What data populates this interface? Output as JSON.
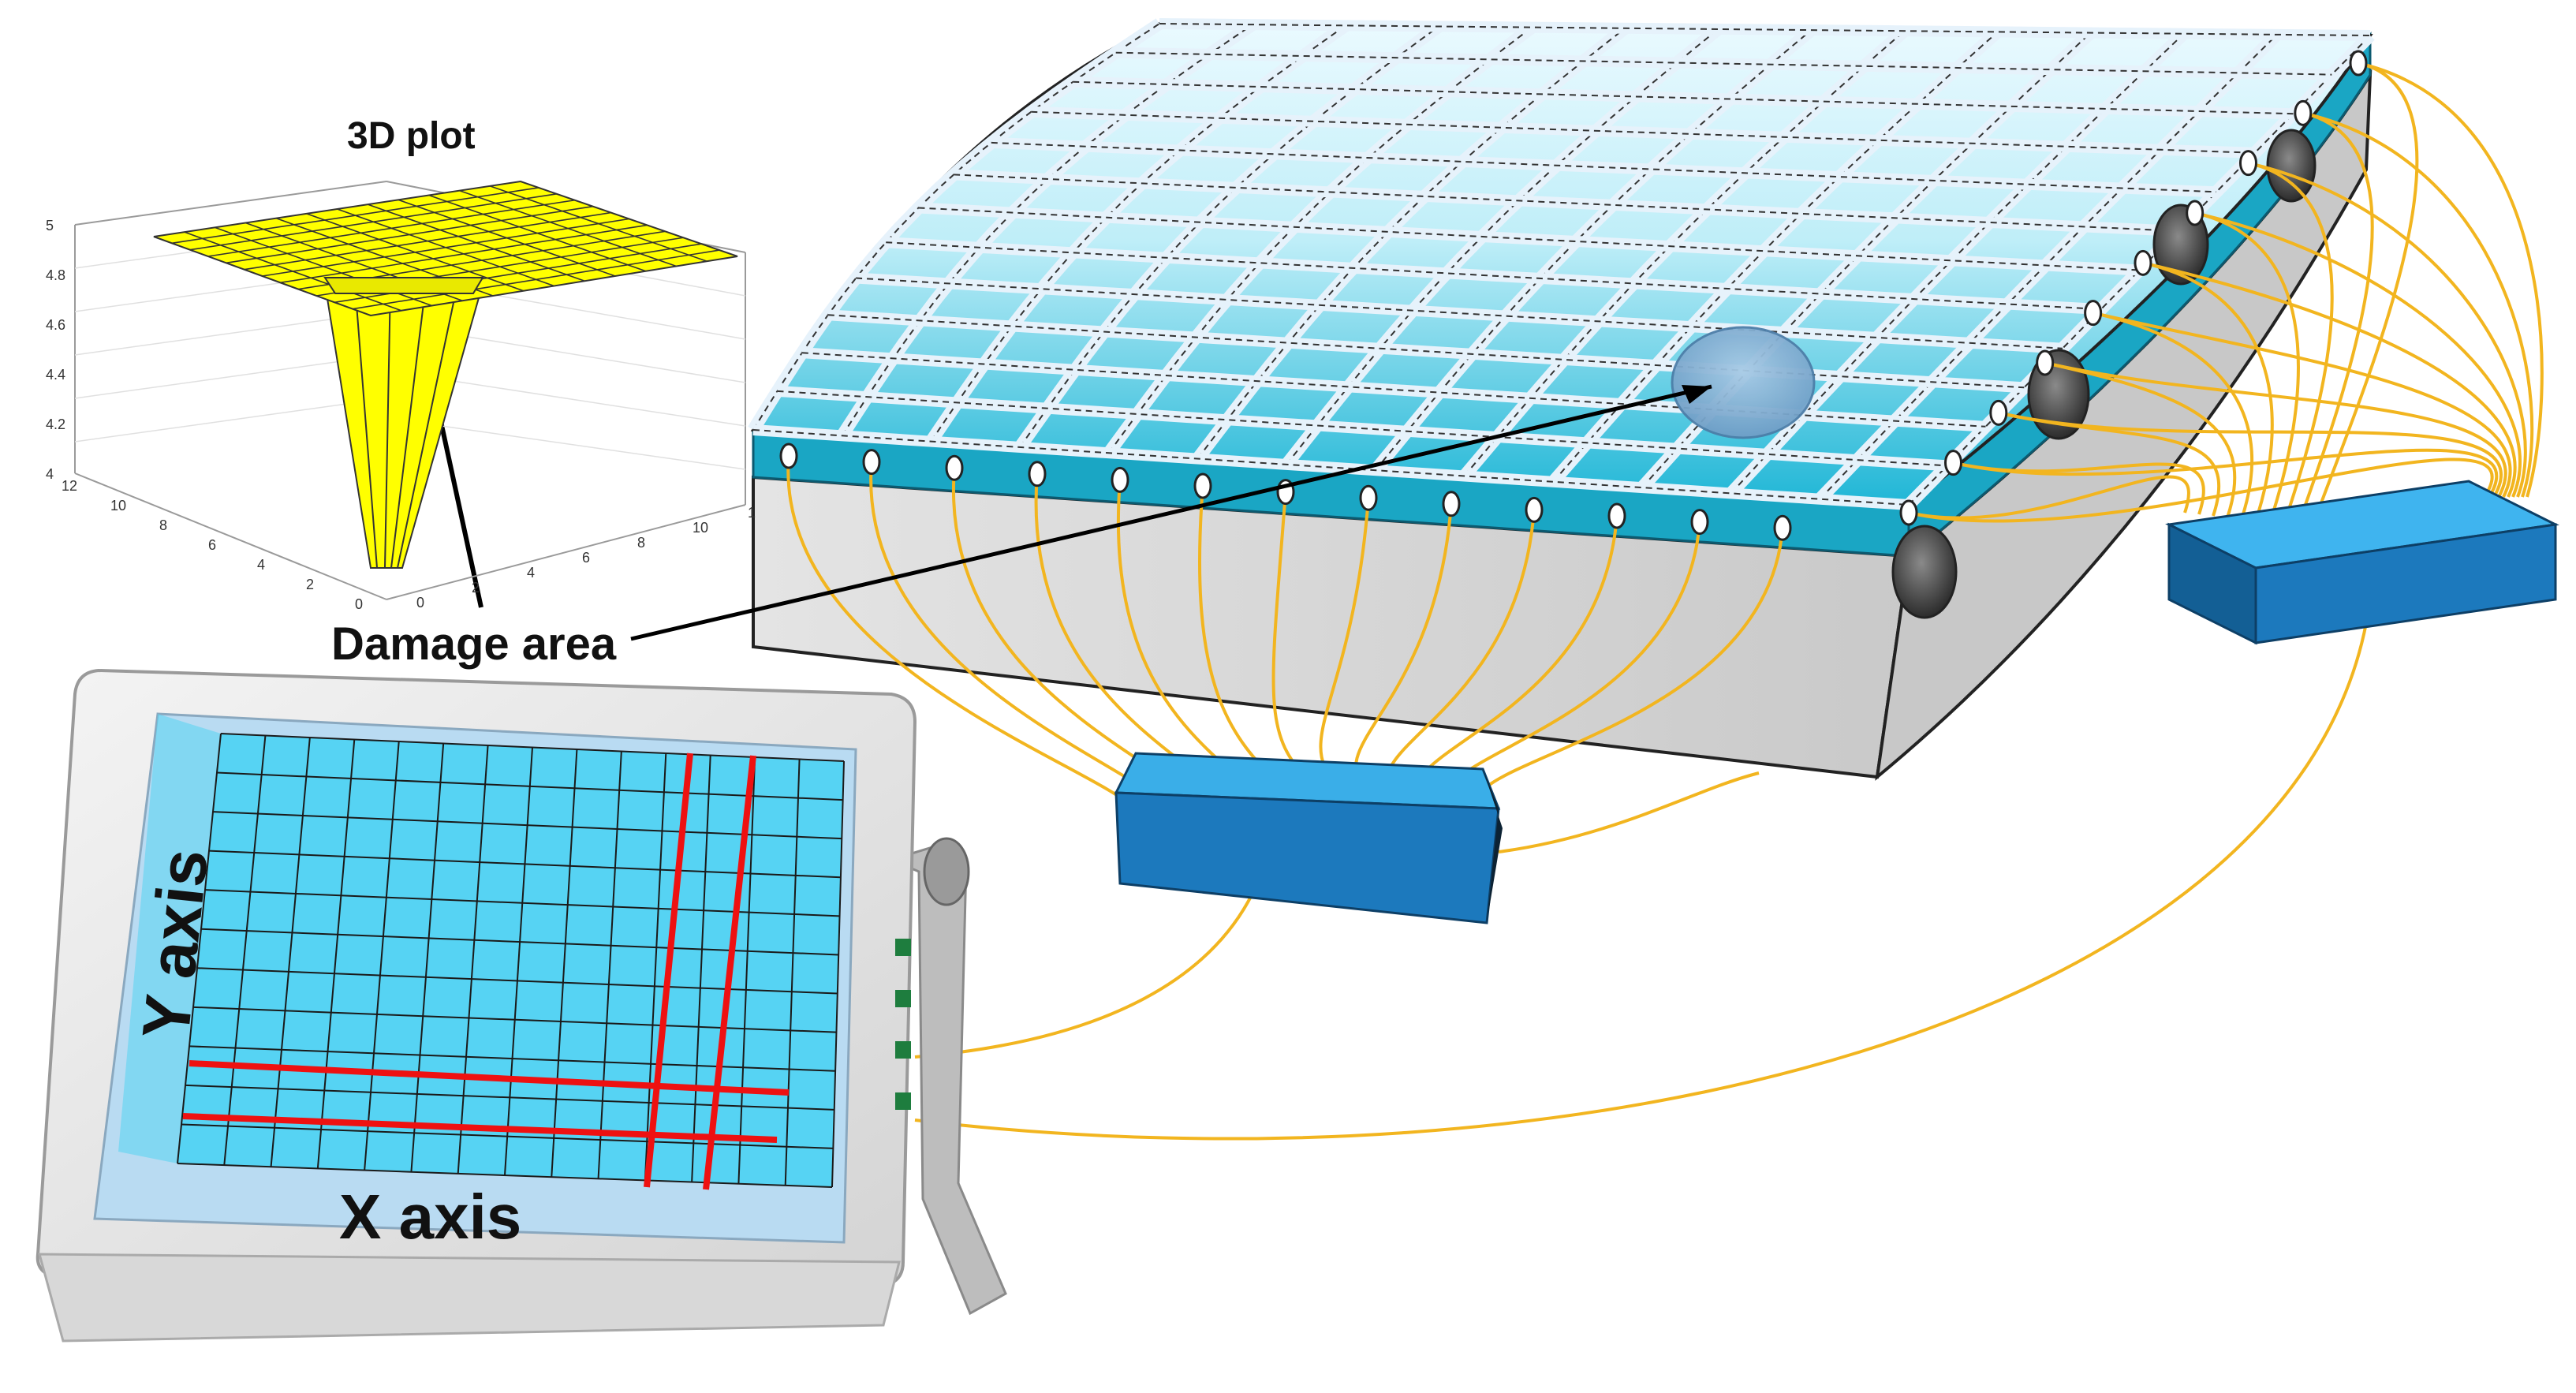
{
  "labels": {
    "plot_title": "3D plot",
    "damage": "Damage area",
    "y_axis": "Y axis",
    "x_axis": "X axis"
  },
  "plot": {
    "z_ticks": [
      "5",
      "4.8",
      "4.6",
      "4.4",
      "4.2",
      "4"
    ],
    "y_ticks": [
      "12",
      "10",
      "8",
      "6",
      "4",
      "2",
      "0"
    ],
    "x_ticks": [
      "0",
      "2",
      "4",
      "6",
      "8",
      "10",
      "1"
    ]
  },
  "colors": {
    "surface": "#ffff00",
    "mat_cyan": "#27bfdc",
    "fiber": "#dbe9f5",
    "wire": "#f2b51f",
    "box": "#1c79bd",
    "screen": "#56d3f3",
    "red_line": "#ee1111",
    "damage_spot": "#7fb2d8"
  }
}
